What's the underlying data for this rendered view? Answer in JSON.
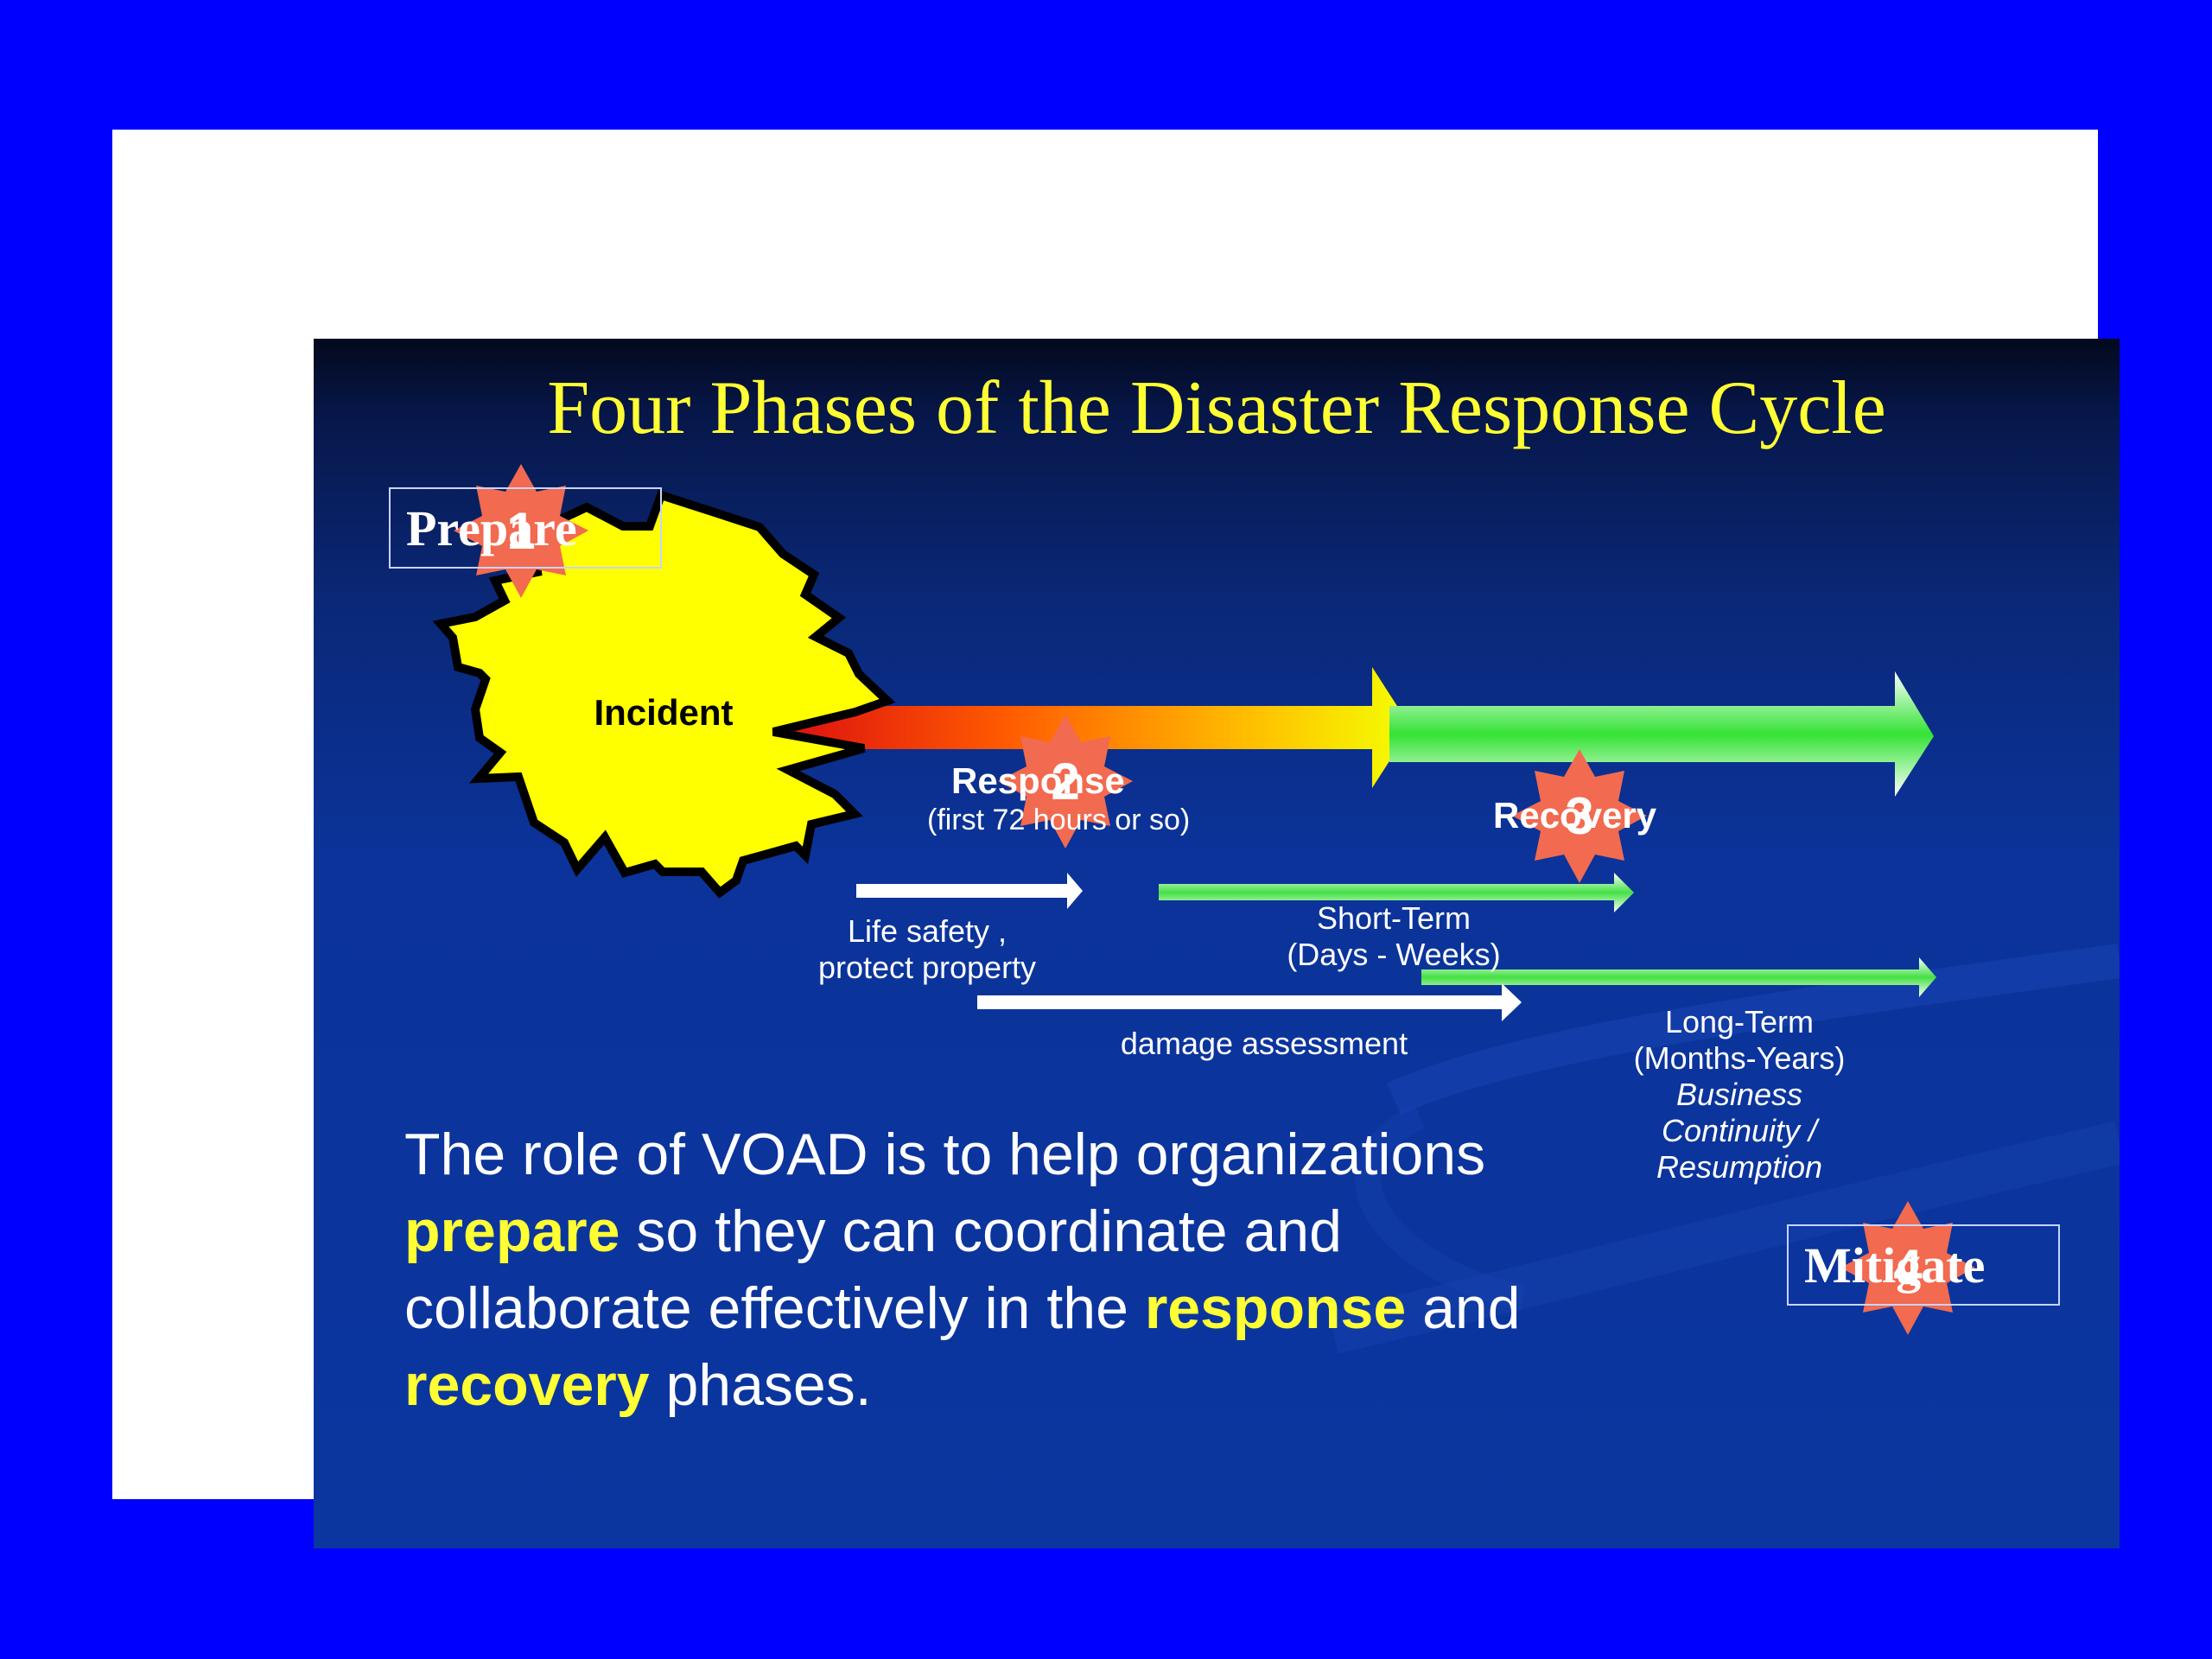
{
  "title": "Four Phases of the Disaster Response Cycle",
  "phases": {
    "prepare": {
      "label": "Prepare",
      "number": "1"
    },
    "respond": {
      "label": "Response",
      "number": "2",
      "sub": "(first 72 hours or so)"
    },
    "recover": {
      "label": "Recovery",
      "number": "3"
    },
    "mitigate": {
      "label": "Mitigate",
      "number": "4"
    }
  },
  "incident": "Incident",
  "labels": {
    "life_safety_1": "Life safety ,",
    "life_safety_2": "protect property",
    "short_term_1": "Short-Term",
    "short_term_2": "(Days - Weeks)",
    "damage_assessment": "damage assessment",
    "long_term_1": "Long-Term",
    "long_term_2": "(Months-Years)",
    "long_term_3": "Business",
    "long_term_4": "Continuity /",
    "long_term_5": "Resumption"
  },
  "body_text": {
    "p1": "The role of VOAD is to help organizations ",
    "h1": "prepare",
    "p2": " so they can coordinate and collaborate effectively in the ",
    "h2": "response",
    "p3": " and ",
    "h3": "recovery",
    "p4": " phases."
  },
  "colors": {
    "page_bg": "#0000FF",
    "slide_bg": "#0b369f",
    "title": "#ffff33",
    "highlight": "#ffff33",
    "badge": "#f26a4f"
  }
}
